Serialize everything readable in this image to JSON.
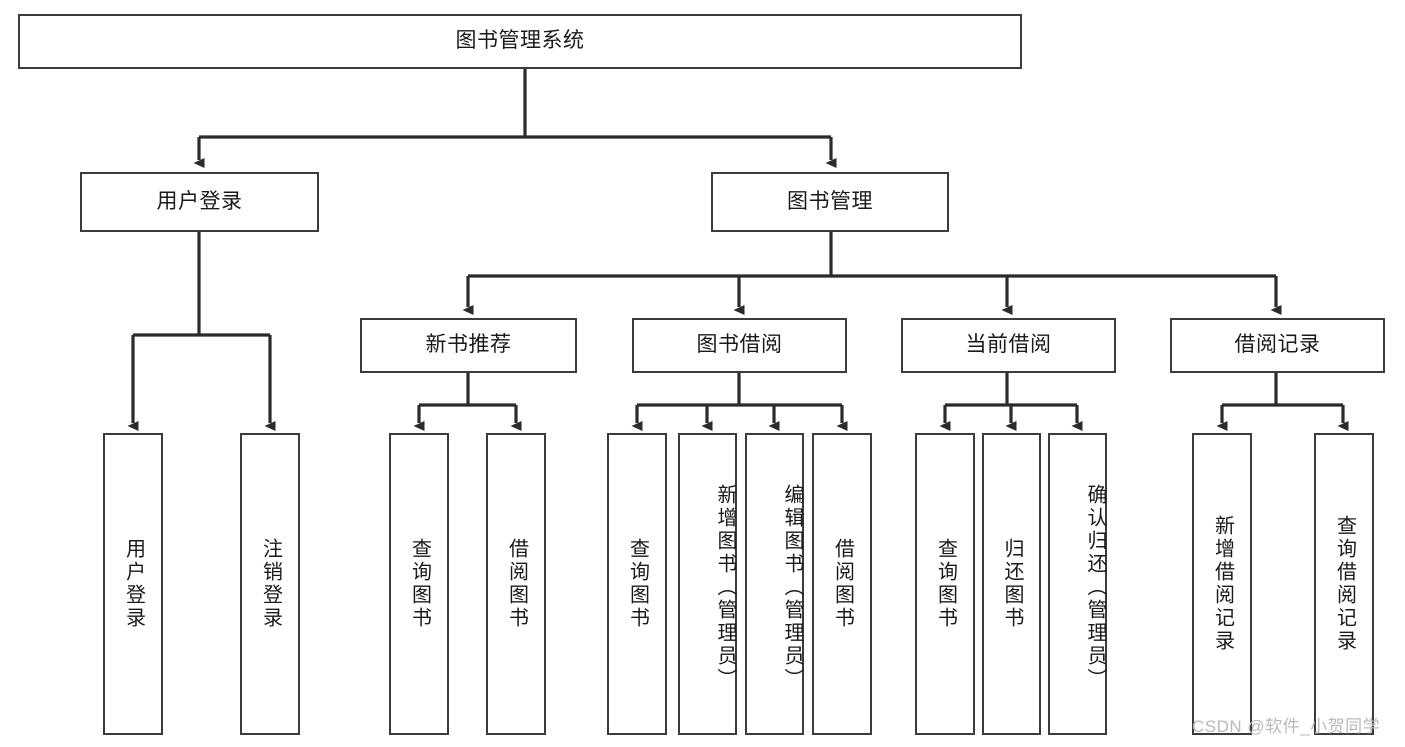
{
  "diagram": {
    "type": "hierarchy-tree",
    "title_node": {
      "id": "root",
      "label": "图书管理系统"
    },
    "level2": [
      {
        "id": "user-login",
        "label": "用户登录"
      },
      {
        "id": "book-management",
        "label": "图书管理"
      }
    ],
    "level3": [
      {
        "id": "new-book-recommend",
        "label": "新书推荐",
        "parent": "book-management"
      },
      {
        "id": "book-borrow",
        "label": "图书借阅",
        "parent": "book-management"
      },
      {
        "id": "current-borrow",
        "label": "当前借阅",
        "parent": "book-management"
      },
      {
        "id": "borrow-record",
        "label": "借阅记录",
        "parent": "book-management"
      }
    ],
    "leaves": {
      "user_login": [
        {
          "id": "leaf-user-login",
          "label": "用户登录"
        },
        {
          "id": "leaf-logout-login",
          "label": "注销登录"
        }
      ],
      "new_book_recommend": [
        {
          "id": "leaf-query-book-1",
          "label": "查询图书"
        },
        {
          "id": "leaf-borrow-book-1",
          "label": "借阅图书"
        }
      ],
      "book_borrow": [
        {
          "id": "leaf-query-book-2",
          "label": "查询图书"
        },
        {
          "id": "leaf-add-book",
          "label": "新增图书（管理员）"
        },
        {
          "id": "leaf-edit-book",
          "label": "编辑图书（管理员）"
        },
        {
          "id": "leaf-borrow-book-2",
          "label": "借阅图书"
        }
      ],
      "current_borrow": [
        {
          "id": "leaf-query-book-3",
          "label": "查询图书"
        },
        {
          "id": "leaf-return-book",
          "label": "归还图书"
        },
        {
          "id": "leaf-confirm-return",
          "label": "确认归还（管理员）"
        }
      ],
      "borrow_record": [
        {
          "id": "leaf-add-record",
          "label": "新增借阅记录"
        },
        {
          "id": "leaf-query-record",
          "label": "查询借阅记录"
        }
      ]
    }
  },
  "watermark": {
    "text": "CSDN @软件_小贺同学"
  },
  "colors": {
    "background": "#ffffff",
    "border": "#3b3b3b",
    "connector": "#2b2b2b",
    "text": "#1a1a1a",
    "watermark": "#b9b9b9"
  }
}
